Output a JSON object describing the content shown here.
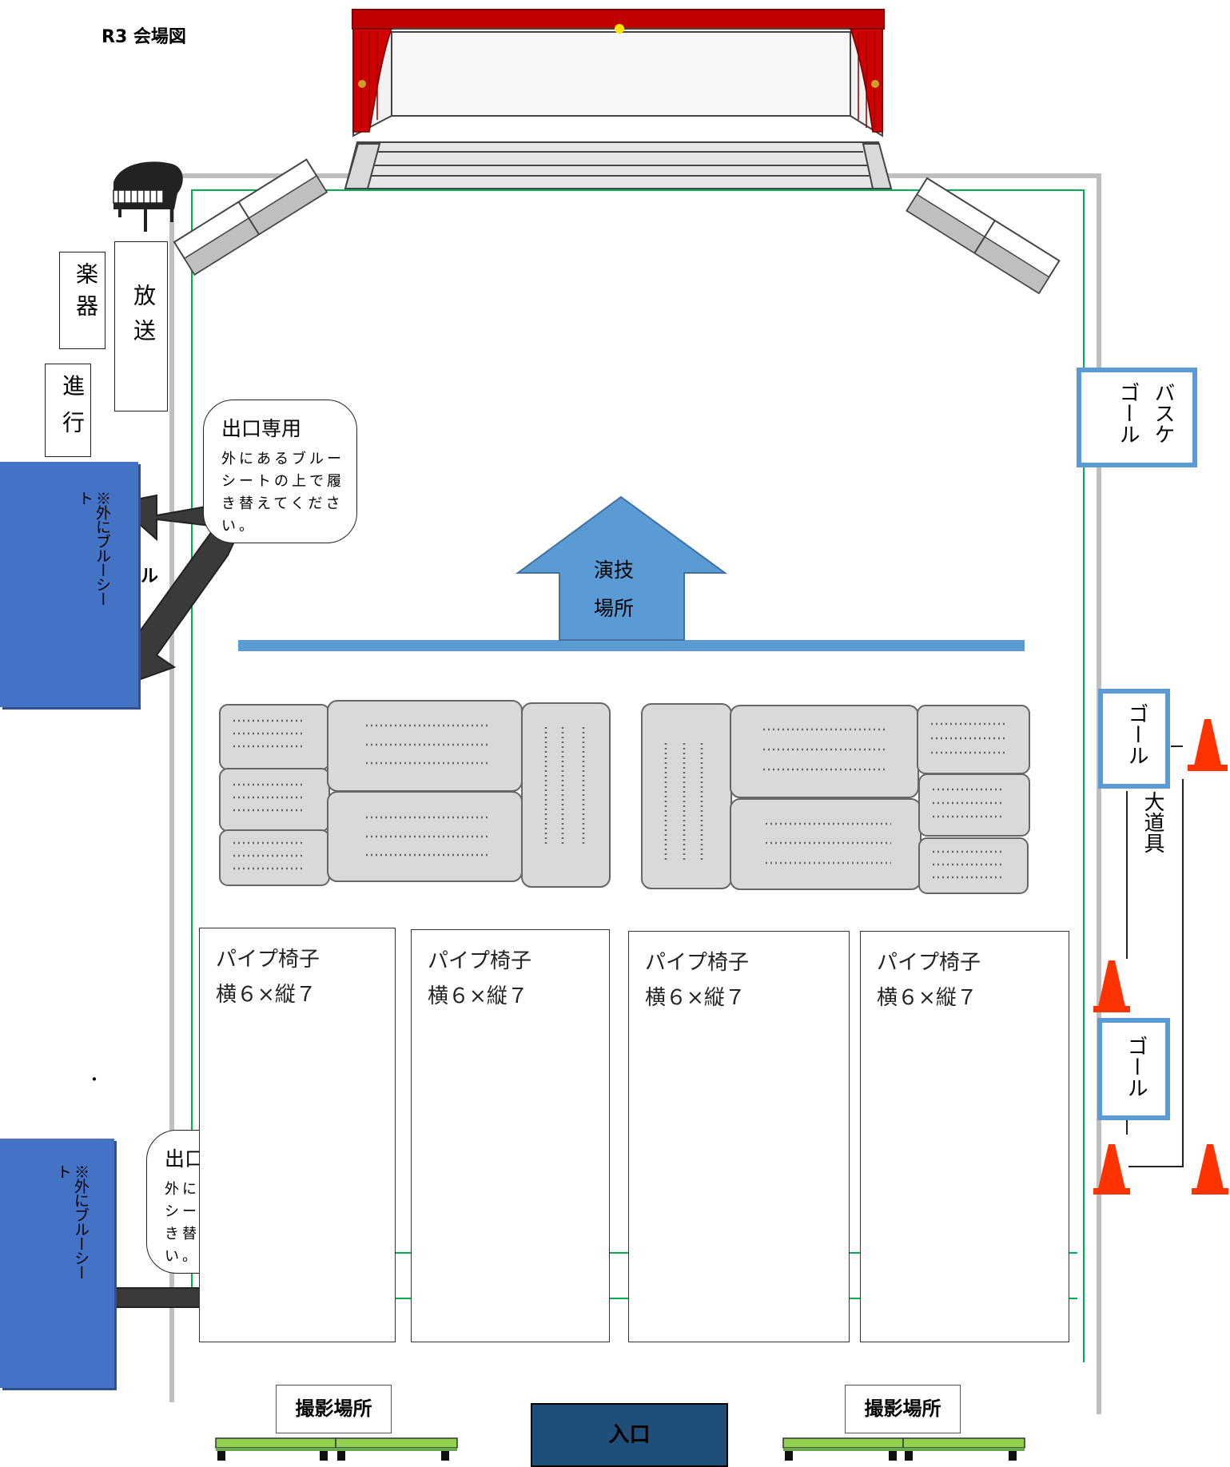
{
  "page_title": "R3 会場図",
  "labels": {
    "instruments": "楽器",
    "broadcast": "放送",
    "progress": "進行",
    "performance_area": "演技場所",
    "basket_goal_1": "バスケ",
    "basket_goal_2": "ゴール",
    "goal": "ゴール",
    "props": "大道具",
    "entrance": "入口",
    "photo_area": "撮影場所",
    "partial_char": "ル",
    "dot": "・"
  },
  "exit_bubble": {
    "title": "出口専用",
    "body": "外にあるブルーシートの上で履き替えてください。"
  },
  "blue_sheet_note": "※外にブルーシート",
  "chair_blocks": [
    {
      "line1": "パイプ椅子",
      "line2": "横６×縦７"
    },
    {
      "line1": "パイプ椅子",
      "line2": "横６×縦７"
    },
    {
      "line1": "パイプ椅子",
      "line2": "横６×縦７"
    },
    {
      "line1": "パイプ椅子",
      "line2": "横６×縦７"
    }
  ],
  "colors": {
    "curtain_red": "#c00000",
    "floor_line_green": "#00b050",
    "wall_gray": "#bfbfbf",
    "blue_sheet": "#4472c4",
    "arrow_blue": "#5b9bd5",
    "entrance_navy": "#1f4e79",
    "bench_green": "#92d050",
    "cone_orange": "#ff3300"
  }
}
